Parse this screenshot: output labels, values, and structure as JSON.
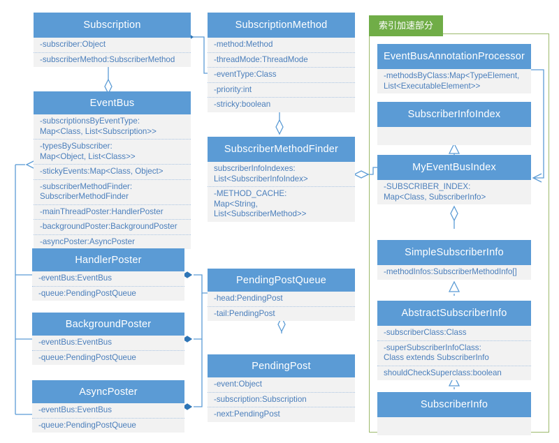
{
  "diagram": {
    "title": "EventBus UML class diagram",
    "colors": {
      "header_blue": "#5B9BD5",
      "body_gray": "#F2F2F2",
      "attr_text_blue": "#4A7EBB",
      "group_green": "#70AD47",
      "group_border_green": "#9CB96B",
      "connector_blue": "#5B9BD5",
      "background": "#FFFFFF"
    },
    "group": {
      "label": "索引加速部分"
    },
    "classes": [
      {
        "id": "subscription",
        "name": "Subscription",
        "attributes": [
          "-subscriber:Object",
          "-subscriberMethod:SubscriberMethod"
        ]
      },
      {
        "id": "eventbus",
        "name": "EventBus",
        "attributes": [
          "-subscriptionsByEventType:\nMap<Class, List<Subscription>>",
          "-typesBySubscriber:\nMap<Object, List<Class>>",
          "-stickyEvents:Map<Class, Object>",
          "-subscriberMethodFinder:\nSubscriberMethodFinder",
          "-mainThreadPoster:HandlerPoster",
          "-backgroundPoster:BackgroundPoster",
          "-asyncPoster:AsyncPoster"
        ]
      },
      {
        "id": "handlerposter",
        "name": "HandlerPoster",
        "attributes": [
          "-eventBus:EventBus",
          "-queue:PendingPostQueue"
        ]
      },
      {
        "id": "backgroundposter",
        "name": "BackgroundPoster",
        "attributes": [
          "-eventBus:EventBus",
          "-queue:PendingPostQueue"
        ]
      },
      {
        "id": "asyncposter",
        "name": "AsyncPoster",
        "attributes": [
          "-eventBus:EventBus",
          "-queue:PendingPostQueue"
        ]
      },
      {
        "id": "subscriptionmethod",
        "name": "SubscriptionMethod",
        "attributes": [
          "-method:Method",
          "-threadMode:ThreadMode",
          "-eventType:Class",
          "-priority:int",
          "-stricky:boolean"
        ]
      },
      {
        "id": "subscribermethodfinder",
        "name": "SubscriberMethodFinder",
        "attributes": [
          "subscriberInfoIndexes:\nList<SubscriberInfoIndex>",
          "-METHOD_CACHE:\nMap<String, List<SubscriberMethod>>"
        ]
      },
      {
        "id": "pendingpostqueue",
        "name": "PendingPostQueue",
        "attributes": [
          "-head:PendingPost",
          "-tail:PendingPost"
        ]
      },
      {
        "id": "pendingpost",
        "name": "PendingPost",
        "attributes": [
          "-event:Object",
          "-subscription:Subscription",
          "-next:PendingPost"
        ]
      },
      {
        "id": "eventbusannotationprocessor",
        "name": "EventBusAnnotationProcessor",
        "attributes": [
          "-methodsByClass:Map<TypeElement,\nList<ExecutableElement>>"
        ]
      },
      {
        "id": "subscriberinfoindex",
        "name": "SubscriberInfoIndex",
        "attributes": []
      },
      {
        "id": "myeventbusindex",
        "name": "MyEventBusIndex",
        "attributes": [
          "-SUBSCRIBER_INDEX:\nMap<Class, SubscriberInfo>"
        ]
      },
      {
        "id": "simplesubscriberinfo",
        "name": "SimpleSubscriberInfo",
        "attributes": [
          "-methodInfos:SubscriberMethodInfo[]"
        ]
      },
      {
        "id": "abstractsubscriberinfo",
        "name": "AbstractSubscriberInfo",
        "attributes": [
          "-subscriberClass:Class",
          "-superSubscriberInfoClass:\nClass extends SubscriberInfo",
          "shouldCheckSuperclass:boolean"
        ]
      },
      {
        "id": "subscriberinfo",
        "name": "SubscriberInfo",
        "attributes": []
      }
    ],
    "relations": [
      {
        "from": "subscription",
        "to": "subscriptionmethod",
        "type": "composition"
      },
      {
        "from": "subscription",
        "to": "eventbus",
        "type": "aggregation"
      },
      {
        "from": "subscriptionmethod",
        "to": "subscribermethodfinder",
        "type": "aggregation"
      },
      {
        "from": "eventbus",
        "to": "handlerposter",
        "type": "aggregation"
      },
      {
        "from": "eventbus",
        "to": "backgroundposter",
        "type": "aggregation"
      },
      {
        "from": "eventbus",
        "to": "asyncposter",
        "type": "aggregation"
      },
      {
        "from": "handlerposter",
        "to": "pendingpostqueue",
        "type": "composition"
      },
      {
        "from": "backgroundposter",
        "to": "pendingpostqueue",
        "type": "composition"
      },
      {
        "from": "asyncposter",
        "to": "pendingpostqueue",
        "type": "composition"
      },
      {
        "from": "pendingpostqueue",
        "to": "pendingpost",
        "type": "aggregation"
      },
      {
        "from": "subscribermethodfinder",
        "to": "myeventbusindex",
        "type": "aggregation"
      },
      {
        "from": "eventbusannotationprocessor",
        "to": "myeventbusindex",
        "type": "dependency"
      },
      {
        "from": "myeventbusindex",
        "to": "subscriberinfoindex",
        "type": "inheritance"
      },
      {
        "from": "myeventbusindex",
        "to": "simplesubscriberinfo",
        "type": "aggregation"
      },
      {
        "from": "abstractsubscriberinfo",
        "to": "simplesubscriberinfo",
        "type": "inheritance"
      },
      {
        "from": "subscriberinfo",
        "to": "abstractsubscriberinfo",
        "type": "inheritance"
      }
    ]
  }
}
